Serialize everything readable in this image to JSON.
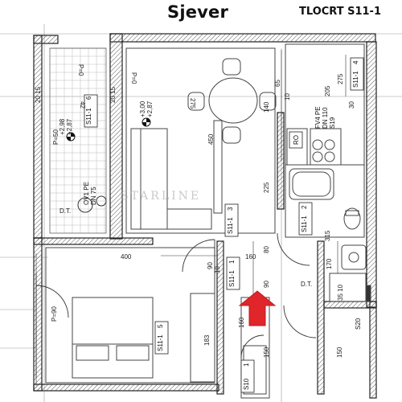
{
  "header": {
    "title": "Sjever",
    "sheet_code": "TLOCRT S11-1"
  },
  "watermark": "STARLINE",
  "rooms": [
    {
      "number": "6",
      "code": "S11-1"
    },
    {
      "number": "3",
      "code": "S11-1"
    },
    {
      "number": "1",
      "code": "S11-1"
    },
    {
      "number": "2",
      "code": "S11-1"
    },
    {
      "number": "4",
      "code": "S11-1"
    },
    {
      "number": "5",
      "code": "S11-1"
    },
    {
      "number": "1",
      "code": "S10"
    }
  ],
  "annotations": {
    "floor_pd": "P=0",
    "floor_living": "P=0",
    "floor_terrace": "P=50",
    "floor_bedroom": "P=90",
    "ov_pe": "OV1 PE",
    "dn75": "DN 75",
    "dt1": "D.T.",
    "dt2": "D.T.",
    "fv_pe": "FV4 PE",
    "dn110": "DN 110",
    "s19": "S19",
    "ro": "RO",
    "lvl1_a": "+2,98",
    "lvl1_b": "+2,87",
    "lvl2_a": "+3,00",
    "lvl2_b": "+2,87",
    "s20": "S20"
  },
  "dimensions": {
    "d65": "65",
    "d140": "140",
    "d450": "450",
    "d225": "225",
    "d80": "80",
    "d160": "160",
    "d90a": "90",
    "d90b": "90",
    "d10": "10",
    "d400": "400",
    "d160b": "160",
    "d170": "170",
    "d315": "315",
    "d275": "275",
    "d205": "205",
    "d183": "183",
    "d150": "150",
    "d150b": "150",
    "d3510": "35 10",
    "d2015a": "20 15",
    "d2015b": "20 15",
    "d42": "42",
    "d10b": "10",
    "d30": "30",
    "d275b": "275"
  }
}
